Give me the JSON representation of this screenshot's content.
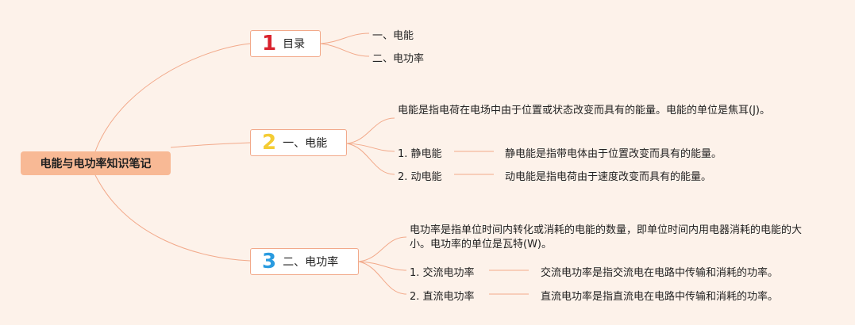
{
  "colors": {
    "background": "#fdf2ea",
    "root_fill": "#f8b995",
    "topic_border": "#f2a98a",
    "line": "#f2a98a",
    "num1": "#d9232e",
    "num2": "#f4cc34",
    "num3": "#2a9be0"
  },
  "root": {
    "label": "电能与电功率知识笔记"
  },
  "topics": [
    {
      "number": "1",
      "label": "目录",
      "children": [
        {
          "label": "一、电能"
        },
        {
          "label": "二、电功率"
        }
      ]
    },
    {
      "number": "2",
      "label": "一、电能",
      "description": "电能是指电荷在电场中由于位置或状态改变而具有的能量。电能的单位是焦耳(J)。",
      "items": [
        {
          "label": "1. 静电能",
          "detail": "静电能是指带电体由于位置改变而具有的能量。"
        },
        {
          "label": "2. 动电能",
          "detail": "动电能是指电荷由于速度改变而具有的能量。"
        }
      ]
    },
    {
      "number": "3",
      "label": "二、电功率",
      "description": "电功率是指单位时间内转化或消耗的电能的数量，即单位时间内用电器消耗的电能的大小。电功率的单位是瓦特(W)。",
      "items": [
        {
          "label": "1. 交流电功率",
          "detail": "交流电功率是指交流电在电路中传输和消耗的功率。"
        },
        {
          "label": "2. 直流电功率",
          "detail": "直流电功率是指直流电在电路中传输和消耗的功率。"
        }
      ]
    }
  ]
}
